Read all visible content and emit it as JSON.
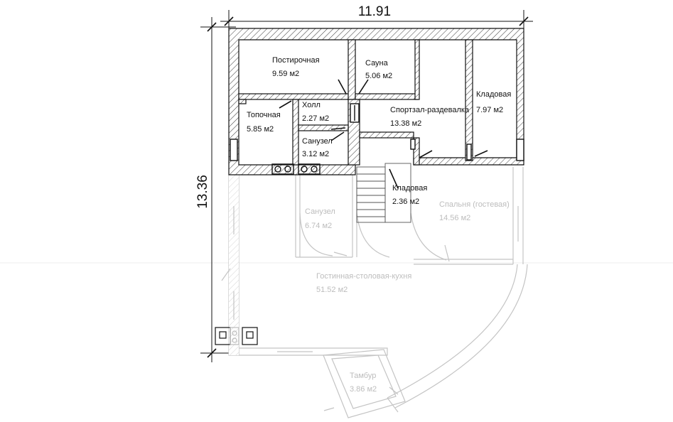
{
  "dimensions": {
    "width": "11.91",
    "height": "13.36"
  },
  "rooms": [
    {
      "name": "Постирочная",
      "area": "9.59 м2",
      "level": "upper"
    },
    {
      "name": "Сауна",
      "area": "5.06 м2",
      "level": "upper"
    },
    {
      "name": "Кладовая",
      "area": "7.97 м2",
      "level": "upper"
    },
    {
      "name": "Холл",
      "area": "2.27 м2",
      "level": "upper"
    },
    {
      "name": "Спортзал-раздевалка",
      "area": "13.38 м2",
      "level": "upper"
    },
    {
      "name": "Топочная",
      "area": "5.85 м2",
      "level": "upper"
    },
    {
      "name": "Санузел",
      "area": "3.12 м2",
      "level": "upper"
    },
    {
      "name": "Кладовая",
      "area": "2.36 м2",
      "level": "upper"
    },
    {
      "name": "Санузел",
      "area": "6.74 м2",
      "level": "lower"
    },
    {
      "name": "Спальня (гостевая)",
      "area": "14.56 м2",
      "level": "lower"
    },
    {
      "name": "Гостинная-столовая-кухня",
      "area": "51.52 м2",
      "level": "lower"
    },
    {
      "name": "Тамбур",
      "area": "3.86 м2",
      "level": "lower"
    }
  ],
  "colors": {
    "wall": "#111111",
    "faded": "#bdbdbd",
    "background": "#ffffff"
  }
}
